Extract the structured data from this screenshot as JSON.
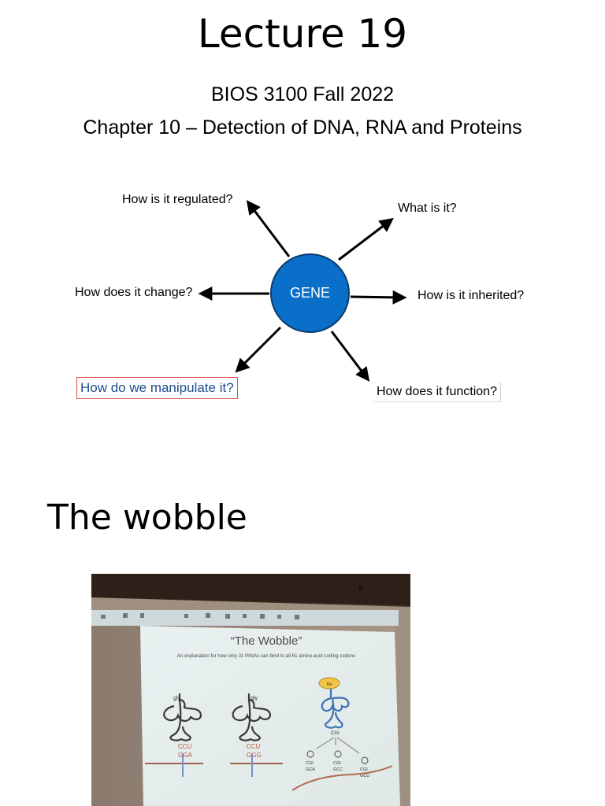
{
  "slide1": {
    "title": "Lecture 19",
    "course": "BIOS 3100 Fall 2022",
    "chapter": "Chapter 10 – Detection of DNA, RNA and Proteins",
    "center_label": "GENE",
    "questions": {
      "regulated": "How is it regulated?",
      "what": "What is it?",
      "change": "How does it change?",
      "inherited": "How is it inherited?",
      "manipulate": "How do we manipulate it?",
      "function": "How does it function?"
    },
    "colors": {
      "gene_fill": "#0a6fc9",
      "highlight_border": "#d9534f",
      "highlight_text": "#1f4e8f"
    }
  },
  "slide2": {
    "title": "The wobble",
    "photo": {
      "projected_title": "“The Wobble”",
      "projected_subtitle": "An explanation for how only 31 tRNAs can bind to all 61 amino-acid coding codons",
      "trna1_aa": "gly",
      "trna1_anticodon": "CCU",
      "trna1_codon": "GGA",
      "trna2_aa": "gly",
      "trna2_anticodon": "CCU",
      "trna2_codon": "GGG",
      "trna3_aa": "Ile",
      "trna3_anticodon": "CGI",
      "codon_row1": [
        "CGI",
        "CGI",
        "CGI"
      ],
      "codon_row2": [
        "GCA",
        "GCC",
        "GCU"
      ]
    }
  }
}
